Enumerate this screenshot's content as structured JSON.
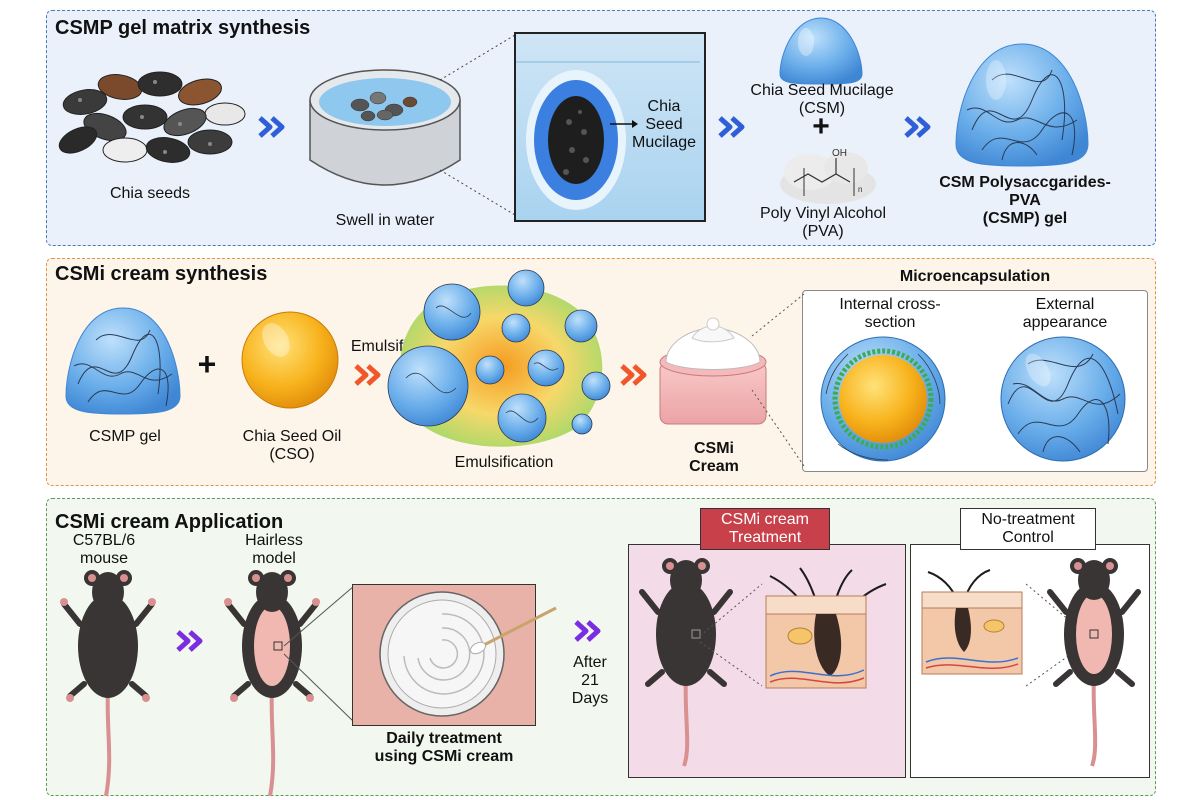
{
  "panel1": {
    "title": "CSMP gel matrix synthesis",
    "chia_seeds": "Chia seeds",
    "swell": "Swell in water",
    "mucilage": [
      "Chia",
      "Seed",
      "Mucilage"
    ],
    "csm": [
      "Chia Seed Mucilage",
      "(CSM)"
    ],
    "pva": [
      "Poly Vinyl Alcohol",
      "(PVA)"
    ],
    "chem_oh": "OH",
    "chem_n": "n",
    "result": [
      "CSM Polysaccgarides-",
      "PVA",
      "(CSMP) gel"
    ]
  },
  "panel2": {
    "title": "CSMi cream synthesis",
    "csmp_gel": "CSMP gel",
    "oil": [
      "Chia Seed Oil",
      "(CSO)"
    ],
    "emulsifier": "Emulsifier",
    "emulsification": "Emulsification",
    "cream": [
      "CSMi",
      "Cream"
    ],
    "micro_title": "Microencapsulation",
    "internal": [
      "Internal cross-",
      "section"
    ],
    "external": [
      "External",
      "appearance"
    ]
  },
  "panel3": {
    "title": "CSMi cream Application",
    "mouse": [
      "C57BL/6",
      "mouse"
    ],
    "hairless": [
      "Hairless",
      "model"
    ],
    "daily": [
      "Daily treatment",
      "using CSMi cream"
    ],
    "after": [
      "After",
      "21",
      "Days"
    ],
    "treatment_badge": [
      "CSMi cream",
      "Treatment"
    ],
    "control_badge": [
      "No-treatment",
      "Control"
    ]
  },
  "colors": {
    "blue_arrow": "#2f5fd8",
    "orange_arrow": "#f0572a",
    "purple_arrow": "#7a2ee0",
    "treatment_red": "#c8414a",
    "gel_blue": "#6aaeea"
  }
}
